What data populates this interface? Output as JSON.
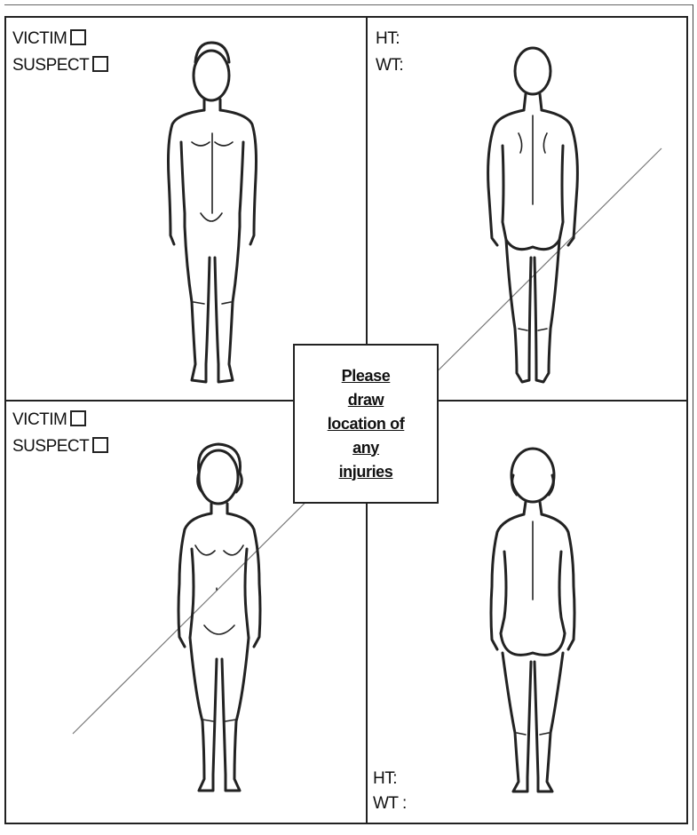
{
  "top_left": {
    "victim_label": "VICTIM",
    "suspect_label": "SUSPECT"
  },
  "top_right": {
    "ht_label": "HT:",
    "wt_label": "WT:"
  },
  "bottom_left": {
    "victim_label": "VICTIM",
    "suspect_label": "SUSPECT"
  },
  "bottom_right": {
    "ht_label": "HT:",
    "wt_label": "WT :"
  },
  "center_note": {
    "lines": [
      "Please",
      "draw",
      "location of",
      "any",
      "injuries"
    ]
  }
}
